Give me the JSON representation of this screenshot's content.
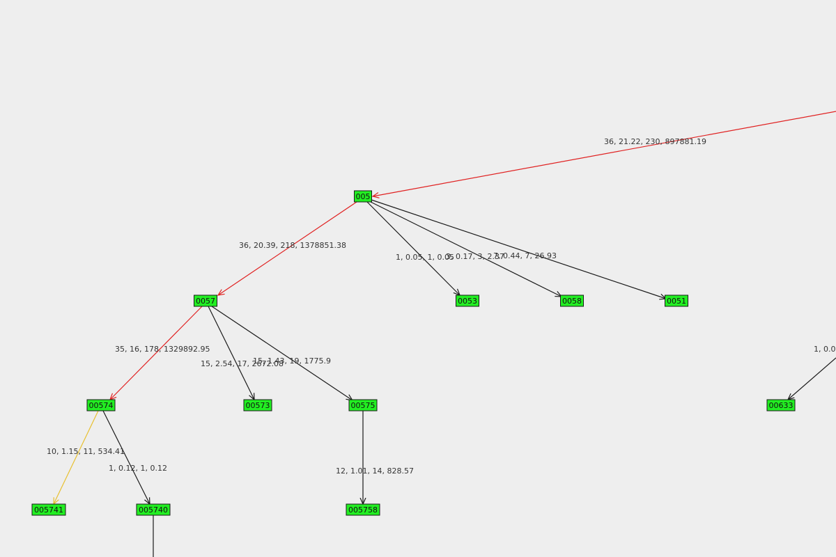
{
  "colors": {
    "background": "#eeeeee",
    "node_fill": "#22ee22",
    "edge_default": "#1a1a1a",
    "edge_critical": "#e02020",
    "edge_warning": "#e8c030"
  },
  "nodes": [
    {
      "id": "005",
      "label": "005"
    },
    {
      "id": "0057",
      "label": "0057"
    },
    {
      "id": "0053",
      "label": "0053"
    },
    {
      "id": "0058",
      "label": "0058"
    },
    {
      "id": "0051",
      "label": "0051"
    },
    {
      "id": "00574",
      "label": "00574"
    },
    {
      "id": "00573",
      "label": "00573"
    },
    {
      "id": "00575",
      "label": "00575"
    },
    {
      "id": "00633",
      "label": "00633"
    },
    {
      "id": "005741",
      "label": "005741"
    },
    {
      "id": "005740",
      "label": "005740"
    },
    {
      "id": "005758",
      "label": "005758"
    }
  ],
  "edges": [
    {
      "from": "offscreen-top-right",
      "to": "005",
      "label": "36, 21.22, 230, 897881.19",
      "color": "critical"
    },
    {
      "from": "005",
      "to": "0057",
      "label": "36, 20.39, 218, 1378851.38",
      "color": "critical"
    },
    {
      "from": "005",
      "to": "0053",
      "label": "1, 0.05, 1, 0.05",
      "color": "default"
    },
    {
      "from": "005",
      "to": "0058",
      "label": "3, 0.17, 3, 2.37",
      "color": "default"
    },
    {
      "from": "005",
      "to": "0051",
      "label": "7, 0.44, 7, 26.93",
      "color": "default"
    },
    {
      "from": "0057",
      "to": "00574",
      "label": "35, 16, 178, 1329892.95",
      "color": "critical"
    },
    {
      "from": "0057",
      "to": "00573",
      "label": "15, 2.54, 17, 2672.08",
      "color": "default"
    },
    {
      "from": "0057",
      "to": "00575",
      "label": "15, 1.43, 19, 1775.9",
      "color": "default"
    },
    {
      "from": "offscreen-right",
      "to": "00633",
      "label": "1, 0.0",
      "color": "default"
    },
    {
      "from": "00574",
      "to": "005741",
      "label": "10, 1.15, 11, 534.41",
      "color": "warning"
    },
    {
      "from": "00574",
      "to": "005740",
      "label": "1, 0.12, 1, 0.12",
      "color": "default"
    },
    {
      "from": "00575",
      "to": "005758",
      "label": "12, 1.01, 14, 828.57",
      "color": "default"
    },
    {
      "from": "005740",
      "to": "offscreen-bottom",
      "label": "",
      "color": "default"
    }
  ]
}
